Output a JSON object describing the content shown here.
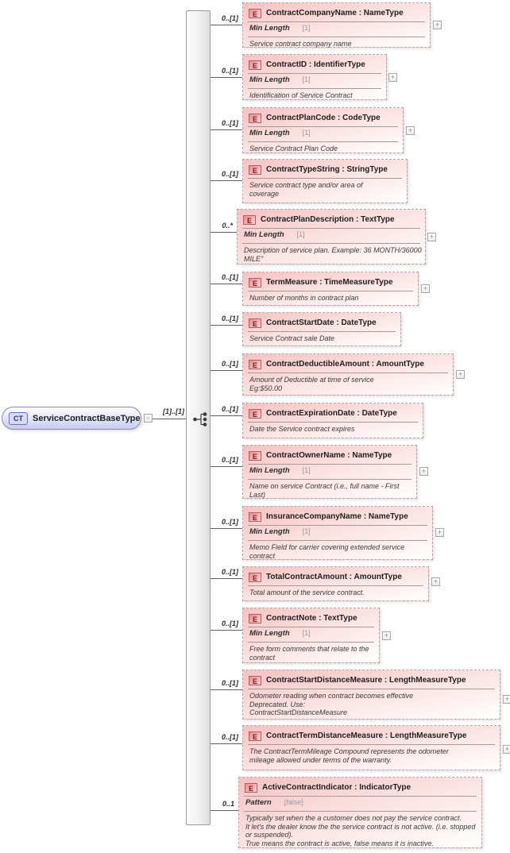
{
  "diagram": {
    "root": {
      "badge": "CT",
      "name": "ServiceContractBaseType",
      "cardinality": "[1]..[1]",
      "collapse_icon": "−"
    },
    "element_icon_label": "E",
    "expand_icon": "+",
    "colors": {
      "element_fill": "#f6c1c1",
      "complex_type_fill": "#c7ccf0",
      "element_icon_fill": "#ec8b8b",
      "dashed_border": "#b3a6a6",
      "connector": "#5f5f5f"
    },
    "elements": [
      {
        "title": "ContractCompanyName : NameType",
        "cardinality": "0..[1]",
        "facet_label": "Min Length",
        "facet_value": "[1]",
        "description": [
          "Service contract company name"
        ],
        "expandable": true
      },
      {
        "title": "ContractID : IdentifierType",
        "cardinality": "0..[1]",
        "facet_label": "Min Length",
        "facet_value": "[1]",
        "description": [
          "Identification of Service Contract"
        ],
        "expandable": true
      },
      {
        "title": "ContractPlanCode : CodeType",
        "cardinality": "0..[1]",
        "facet_label": "Min Length",
        "facet_value": "[1]",
        "description": [
          "Service Contract Plan Code"
        ],
        "expandable": true
      },
      {
        "title": "ContractTypeString : StringType",
        "cardinality": "0..[1]",
        "facet_label": null,
        "facet_value": null,
        "description": [
          "Service contract type and/or area of",
          "coverage"
        ],
        "expandable": false
      },
      {
        "title": "ContractPlanDescription : TextType",
        "cardinality": "0..*",
        "facet_label": "Min Length",
        "facet_value": "[1]",
        "description": [
          "Description of service plan. Example: 36 MONTH/36000",
          "MILE\""
        ],
        "expandable": true
      },
      {
        "title": "TermMeasure : TimeMeasureType",
        "cardinality": "0..[1]",
        "facet_label": null,
        "facet_value": null,
        "description": [
          "Number of months in contract plan"
        ],
        "expandable": true
      },
      {
        "title": "ContractStartDate : DateType",
        "cardinality": "0..[1]",
        "facet_label": null,
        "facet_value": null,
        "description": [
          "Service Contract sale Date"
        ],
        "expandable": false
      },
      {
        "title": "ContractDeductibleAmount : AmountType",
        "cardinality": "0..[1]",
        "facet_label": null,
        "facet_value": null,
        "description": [
          "Amount of Deductible at time of service",
          "Eg:$50.00"
        ],
        "expandable": true
      },
      {
        "title": "ContractExpirationDate : DateType",
        "cardinality": "0..[1]",
        "facet_label": null,
        "facet_value": null,
        "description": [
          "Date the Service contract expires"
        ],
        "expandable": false
      },
      {
        "title": "ContractOwnerName : NameType",
        "cardinality": "0..[1]",
        "facet_label": "Min Length",
        "facet_value": "[1]",
        "description": [
          "Name on service Contract (i.e., full name - First",
          "Last)"
        ],
        "expandable": true
      },
      {
        "title": "InsuranceCompanyName : NameType",
        "cardinality": "0..[1]",
        "facet_label": "Min Length",
        "facet_value": "[1]",
        "description": [
          "Memo Field for carrier covering extended service",
          "contract"
        ],
        "expandable": true
      },
      {
        "title": "TotalContractAmount : AmountType",
        "cardinality": "0..[1]",
        "facet_label": null,
        "facet_value": null,
        "description": [
          "Total amount of the service contract."
        ],
        "expandable": true
      },
      {
        "title": "ContractNote : TextType",
        "cardinality": "0..[1]",
        "facet_label": "Min Length",
        "facet_value": "[1]",
        "description": [
          "Free form comments that relate to the",
          "contract"
        ],
        "expandable": true
      },
      {
        "title": "ContractStartDistanceMeasure : LengthMeasureType",
        "cardinality": "0..[1]",
        "facet_label": null,
        "facet_value": null,
        "description": [
          "Odometer reading when contract becomes effective",
          "Deprecated. Use:",
          "ContractStartDistanceMeasure"
        ],
        "expandable": true
      },
      {
        "title": "ContractTermDistanceMeasure : LengthMeasureType",
        "cardinality": "0..[1]",
        "facet_label": null,
        "facet_value": null,
        "description": [
          "The ContractTermMileage Compound represents the odometer",
          "mileage allowed under terms of the warranty."
        ],
        "expandable": true
      },
      {
        "title": "ActiveContractIndicator : IndicatorType",
        "cardinality": "0..1",
        "facet_label": "Pattern",
        "facet_value": "[false]",
        "description": [
          "Typically set when the a customer does not pay the service contract.",
          "It let's the dealer know the the service contract is not active. (i.e. stopped",
          "or suspended).",
          "True means the contract is active, false means it is inactive."
        ],
        "expandable": false
      }
    ]
  }
}
